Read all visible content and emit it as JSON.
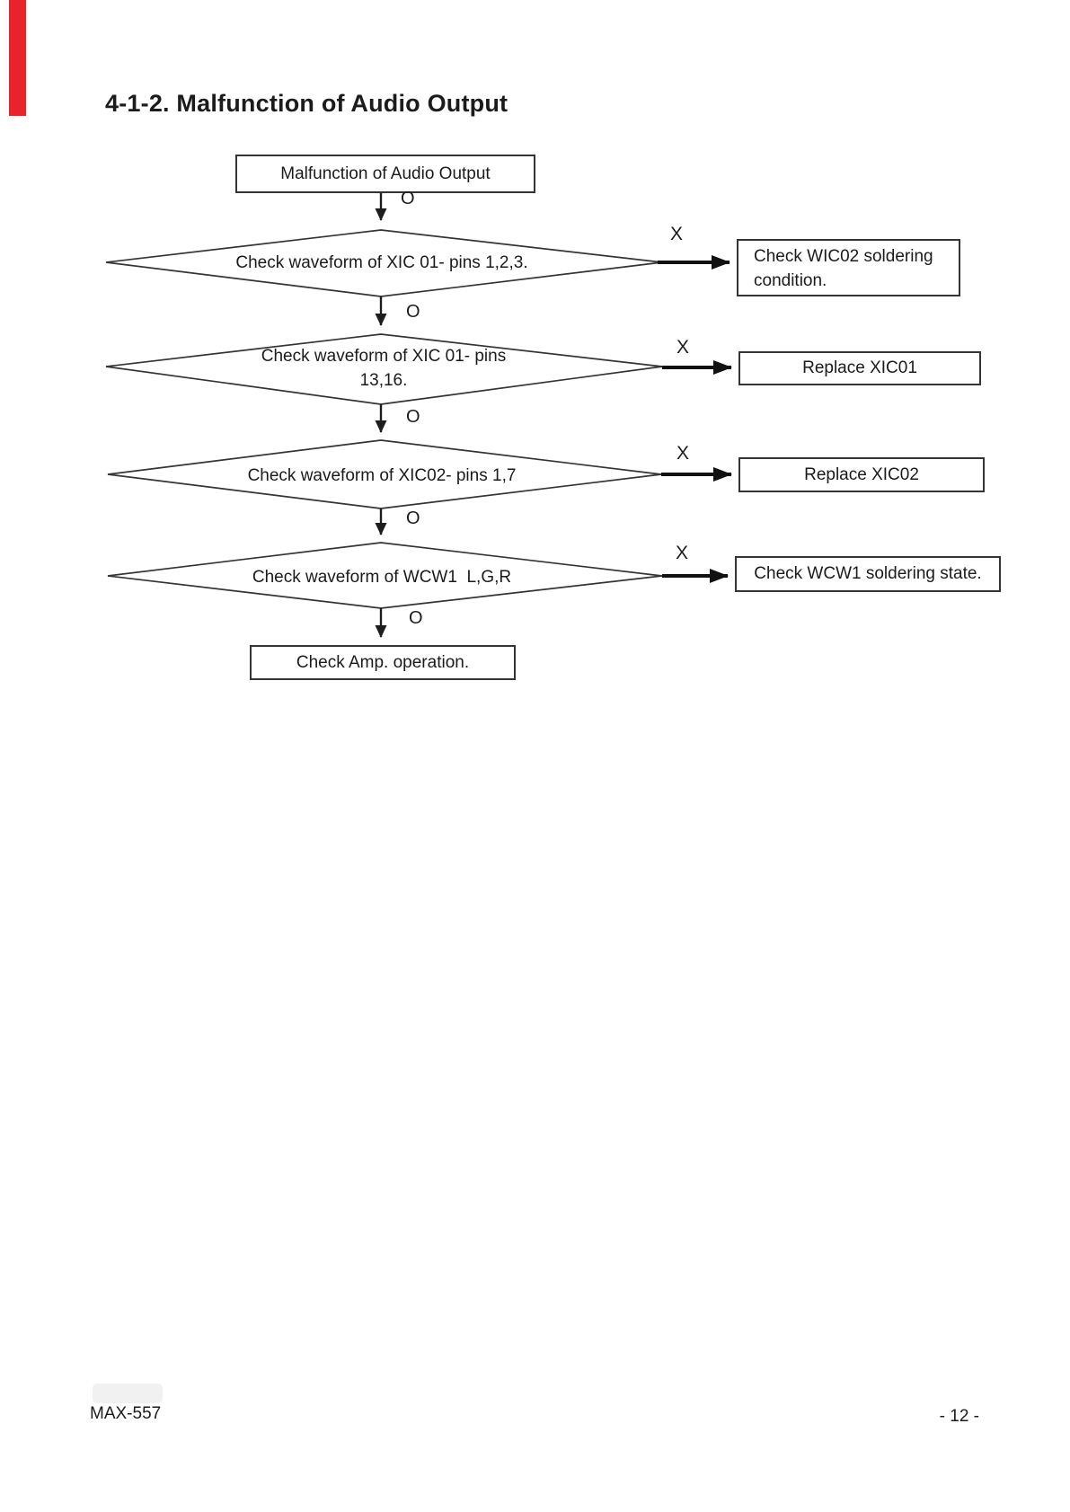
{
  "document": {
    "section_title": "4-1-2. Malfunction of Audio Output",
    "footer": {
      "model": "MAX-557",
      "page_number": "- 12 -"
    }
  },
  "flowchart": {
    "ok_label": "O",
    "ng_label": "X",
    "start_node": "Malfunction of Audio Output",
    "end_node": "Check Amp. operation.",
    "steps": [
      {
        "decision": "Check waveform of XIC 01- pins 1,2,3.",
        "ng_action": "Check WIC02 soldering condition."
      },
      {
        "decision": "Check waveform of XIC 01- pins 13,16.",
        "ng_action": "Replace XIC01"
      },
      {
        "decision": "Check waveform of XIC02- pins 1,7",
        "ng_action": "Replace XIC02"
      },
      {
        "decision": "Check waveform of WCW1  L,G,R",
        "ng_action": "Check WCW1 soldering state."
      }
    ]
  }
}
